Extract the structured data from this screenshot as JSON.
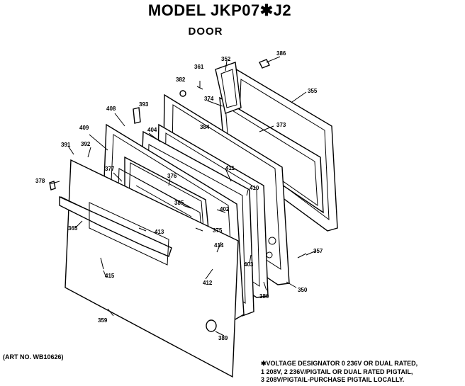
{
  "title": "MODEL JKP07✱J2",
  "subtitle": "DOOR",
  "art_number": "(ART NO. WB10626)",
  "voltage_note": [
    "✱VOLTAGE DESIGNATOR 0 236V OR DUAL RATED,",
    "1 208V, 2 236V/PIGTAIL OR DUAL RATED PIGTAIL,",
    "3 208V/PIGTAIL-PURCHASE PIGTAIL LOCALLY."
  ],
  "part_labels": {
    "p386": "386",
    "p352": "352",
    "p355": "355",
    "p361": "361",
    "p382": "382",
    "p374": "374",
    "p373": "373",
    "p384": "384",
    "p393": "393",
    "p408": "408",
    "p409": "409",
    "p404": "404",
    "p391": "391",
    "p392": "392",
    "p377": "377",
    "p376": "376",
    "p411": "411",
    "p410": "410",
    "p378": "378",
    "p385": "385",
    "p402": "402",
    "p365": "365",
    "p413": "413",
    "p375": "375",
    "p414": "414",
    "p357": "357",
    "p403": "403",
    "p415": "415",
    "p412": "412",
    "p380": "380",
    "p350": "350",
    "p359": "359",
    "p389": "389"
  }
}
